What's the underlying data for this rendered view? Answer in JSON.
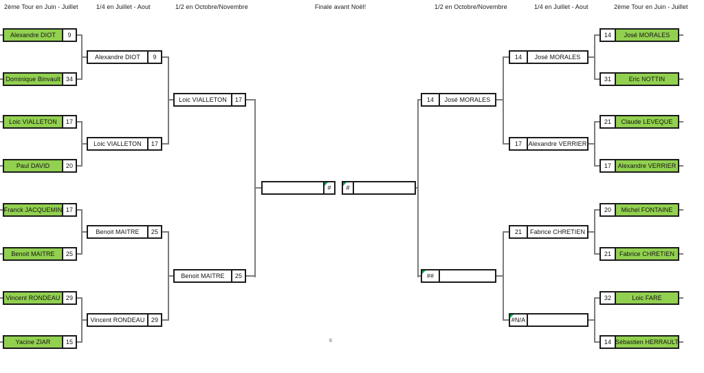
{
  "headers": {
    "left_round2": "2ème Tour en Juin - Juillet",
    "left_quarter": "1/4 en Juillet - Aout",
    "left_semi": "1/2 en Octobre/Novembre",
    "final": "Finale avant Noël!",
    "right_semi": "1/2 en Octobre/Novembre",
    "right_quarter": "1/4 en Juillet - Aout",
    "right_round2": "2ème Tour en Juin - Juillet"
  },
  "colors": {
    "winner_green": "#92D050",
    "error_flag_green": "#00A550",
    "line_gray": "#7a7a7a",
    "border_black": "#1a1a1a"
  },
  "footer": {
    "page_number": "6"
  },
  "bracket": {
    "left": {
      "round1": [
        {
          "name": "Alexandre DIOT",
          "score": "9"
        },
        {
          "name": "Dominique Binvault",
          "score": "34"
        },
        {
          "name": "Loic VIALLETON",
          "score": "17"
        },
        {
          "name": "Paul DAVID",
          "score": "20"
        },
        {
          "name": "Franck JACQUEMIN",
          "score": "17"
        },
        {
          "name": "Benoit MAITRE",
          "score": "25"
        },
        {
          "name": "Vincent RONDEAU",
          "score": "29"
        },
        {
          "name": "Yacine ZIAR",
          "score": "15"
        }
      ],
      "quarter": [
        {
          "name": "Alexandre DIOT",
          "score": "9"
        },
        {
          "name": "Loic VIALLETON",
          "score": "17"
        },
        {
          "name": "Benoit MAITRE",
          "score": "25"
        },
        {
          "name": "Vincent RONDEAU",
          "score": "29"
        }
      ],
      "semi": [
        {
          "name": "Loic VIALLETON",
          "score": "17"
        },
        {
          "name": "Benoit MAITRE",
          "score": "25"
        }
      ],
      "final": {
        "name": "",
        "score": "#"
      }
    },
    "right": {
      "final": {
        "name": "",
        "score": "#"
      },
      "semi": [
        {
          "name": "José MORALES",
          "score": "14"
        },
        {
          "name": "",
          "score": "##"
        }
      ],
      "quarter": [
        {
          "name": "José MORALES",
          "score": "14"
        },
        {
          "name": "Alexandre VERRIER",
          "score": "17"
        },
        {
          "name": "Fabrice CHRETIEN",
          "score": "21"
        },
        {
          "name": "",
          "score": "#N/A"
        }
      ],
      "round1": [
        {
          "name": "José MORALES",
          "score": "14"
        },
        {
          "name": "Eric NOTTIN",
          "score": "31"
        },
        {
          "name": "Claude LEVEQUE",
          "score": "21"
        },
        {
          "name": "Alexandre VERRIER",
          "score": "17"
        },
        {
          "name": "Michel FONTAINE",
          "score": "20"
        },
        {
          "name": "Fabrice CHRETIEN",
          "score": "21"
        },
        {
          "name": "Loic FARE",
          "score": "32"
        },
        {
          "name": "Sébastien HERRAULT",
          "score": "14"
        }
      ]
    }
  }
}
